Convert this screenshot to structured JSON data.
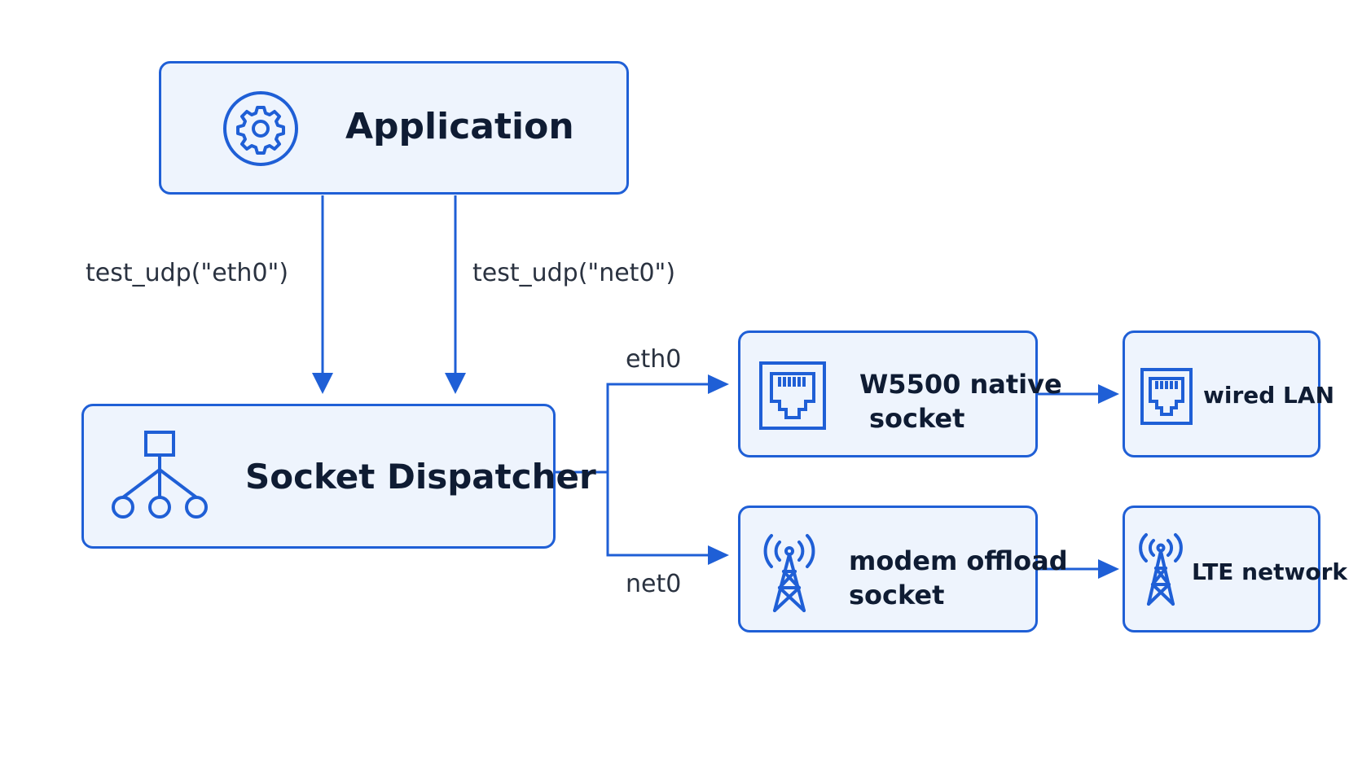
{
  "nodes": {
    "application": "Application",
    "dispatcher": "Socket Dispatcher",
    "w5500": [
      "W5500 native",
      "socket"
    ],
    "wired_lan": "wired LAN",
    "modem": [
      "modem offload",
      "socket"
    ],
    "lte": "LTE network"
  },
  "edges": {
    "call_eth0": "test_udp(\"eth0\")",
    "call_net0": "test_udp(\"net0\")",
    "route_eth0": "eth0",
    "route_net0": "net0"
  },
  "icons": {
    "application": "gear-icon",
    "dispatcher": "hierarchy-icon",
    "w5500": "ethernet-port-icon",
    "wired_lan": "ethernet-port-icon",
    "modem": "cell-tower-icon",
    "lte": "cell-tower-icon"
  },
  "colors": {
    "accent": "#1f5fd6",
    "box_fill": "#eef4fd"
  }
}
